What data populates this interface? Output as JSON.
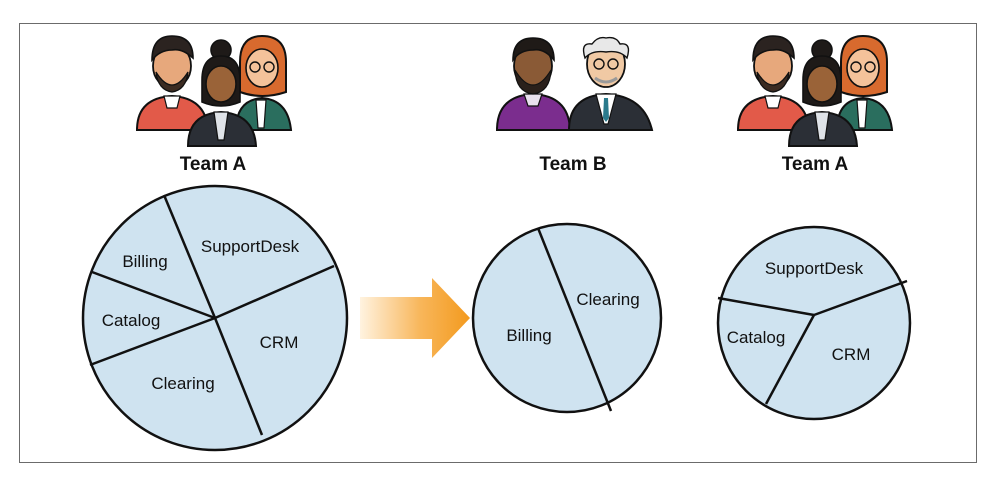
{
  "colors": {
    "slice_fill": "#cfe3f0",
    "outline": "#111111",
    "arrow_light": "#fde2b8",
    "arrow_dark": "#f39a1e",
    "shirt_red": "#e25a49",
    "shirt_teal": "#2a6e5e",
    "shirt_purple": "#7b2d8e",
    "suit_dark": "#2b2f36"
  },
  "groups": [
    {
      "team_label": "Team A",
      "icon": "team-a-people-icon",
      "slices": [
        "SupportDesk",
        "Billing",
        "Catalog",
        "Clearing",
        "CRM"
      ]
    },
    {
      "team_label": "Team B",
      "icon": "team-b-people-icon",
      "slices": [
        "Billing",
        "Clearing"
      ]
    },
    {
      "team_label": "Team A",
      "icon": "team-a-people-icon",
      "slices": [
        "SupportDesk",
        "Catalog",
        "CRM"
      ]
    }
  ],
  "arrow_icon": "right-arrow-icon"
}
